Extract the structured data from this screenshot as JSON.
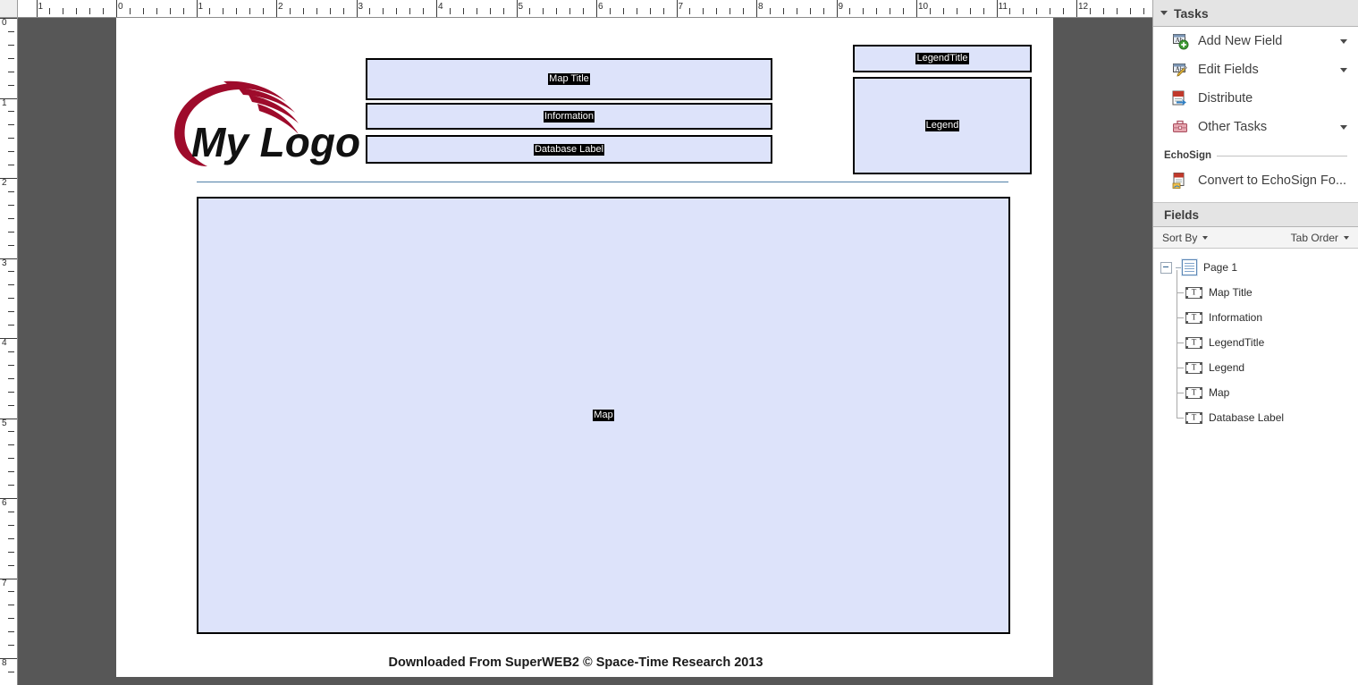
{
  "ruler": {
    "unit": "inch",
    "horizontal_labels": [
      "1",
      "0",
      "1",
      "2",
      "3",
      "4",
      "5",
      "6",
      "7",
      "8",
      "9",
      "10",
      "11",
      "12"
    ],
    "vertical_labels": [
      "0",
      "1",
      "2",
      "3",
      "4",
      "5",
      "6",
      "7",
      "8"
    ]
  },
  "document": {
    "logo_text": "My Logo",
    "logo_color": "#9e0b2b",
    "divider_color": "#4f7fa8",
    "field_fill": "#dde3fa",
    "field_border": "#000000",
    "footer": "Downloaded From SuperWEB2 © Space-Time Research 2013",
    "fields": [
      {
        "name": "Map Title",
        "label": "Map Title"
      },
      {
        "name": "Information",
        "label": "Information"
      },
      {
        "name": "Database Label",
        "label": "Database Label"
      },
      {
        "name": "LegendTitle",
        "label": "LegendTitle"
      },
      {
        "name": "Legend",
        "label": "Legend"
      },
      {
        "name": "Map",
        "label": "Map"
      }
    ]
  },
  "tasks_panel": {
    "title": "Tasks",
    "items": [
      {
        "label": "Add New Field",
        "icon": "add-field-icon",
        "has_caret": true
      },
      {
        "label": "Edit Fields",
        "icon": "edit-fields-icon",
        "has_caret": true
      },
      {
        "label": "Distribute",
        "icon": "distribute-icon",
        "has_caret": false
      },
      {
        "label": "Other Tasks",
        "icon": "other-tasks-icon",
        "has_caret": true
      }
    ],
    "echosign": {
      "section_label": "EchoSign",
      "item_label": "Convert to EchoSign Fo...",
      "icon": "echosign-convert-icon"
    }
  },
  "fields_panel": {
    "title": "Fields",
    "sort_by_label": "Sort By",
    "tab_order_label": "Tab Order",
    "tree": {
      "root": "Page 1",
      "children": [
        "Map Title",
        "Information",
        "LegendTitle",
        "Legend",
        "Map",
        "Database Label"
      ]
    }
  }
}
